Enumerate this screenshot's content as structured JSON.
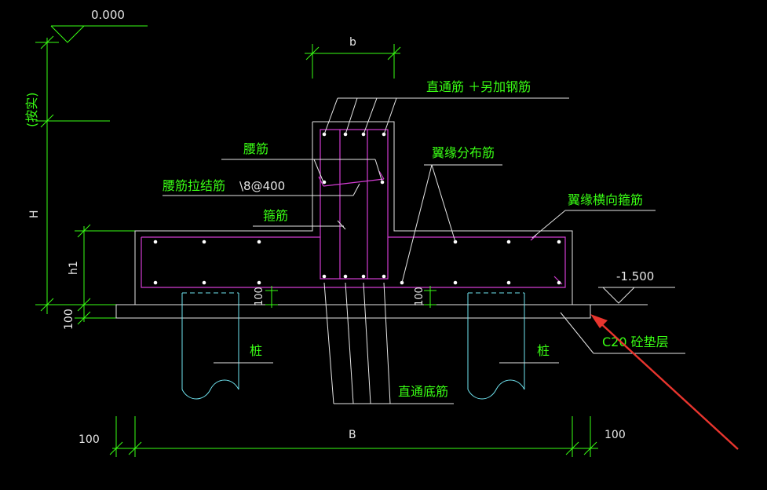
{
  "colors": {
    "background": "#000000",
    "outline": "#e6e6e6",
    "dimension": "#39ff14",
    "rebar": "#d33cd3",
    "pile": "#6fe3ef",
    "arrow": "#e8352e"
  },
  "elevations": {
    "top": "0.000",
    "bottom": "-1.500"
  },
  "dimensions": {
    "web_width": "b",
    "total_height": "H",
    "flange_height": "h1",
    "base_width": "B",
    "left_margin": "100",
    "right_margin": "100",
    "cushion_thickness": "100",
    "cover_left": "100",
    "cover_right": "100",
    "left_extra": "(按实)"
  },
  "labels": {
    "through_bar": "直通筋 ＋另加钢筋",
    "waist_bar": "腰筋",
    "waist_tie": "腰筋拉结筋",
    "tie_spec": "\\8@400",
    "stirrup": "箍筋",
    "flange_dist": "翼缘分布筋",
    "flange_hoop": "翼缘横向箍筋",
    "cushion": "C20  砼垫层",
    "pile_left": "桩",
    "pile_right": "桩",
    "bottom_bar": "直通底筋"
  }
}
